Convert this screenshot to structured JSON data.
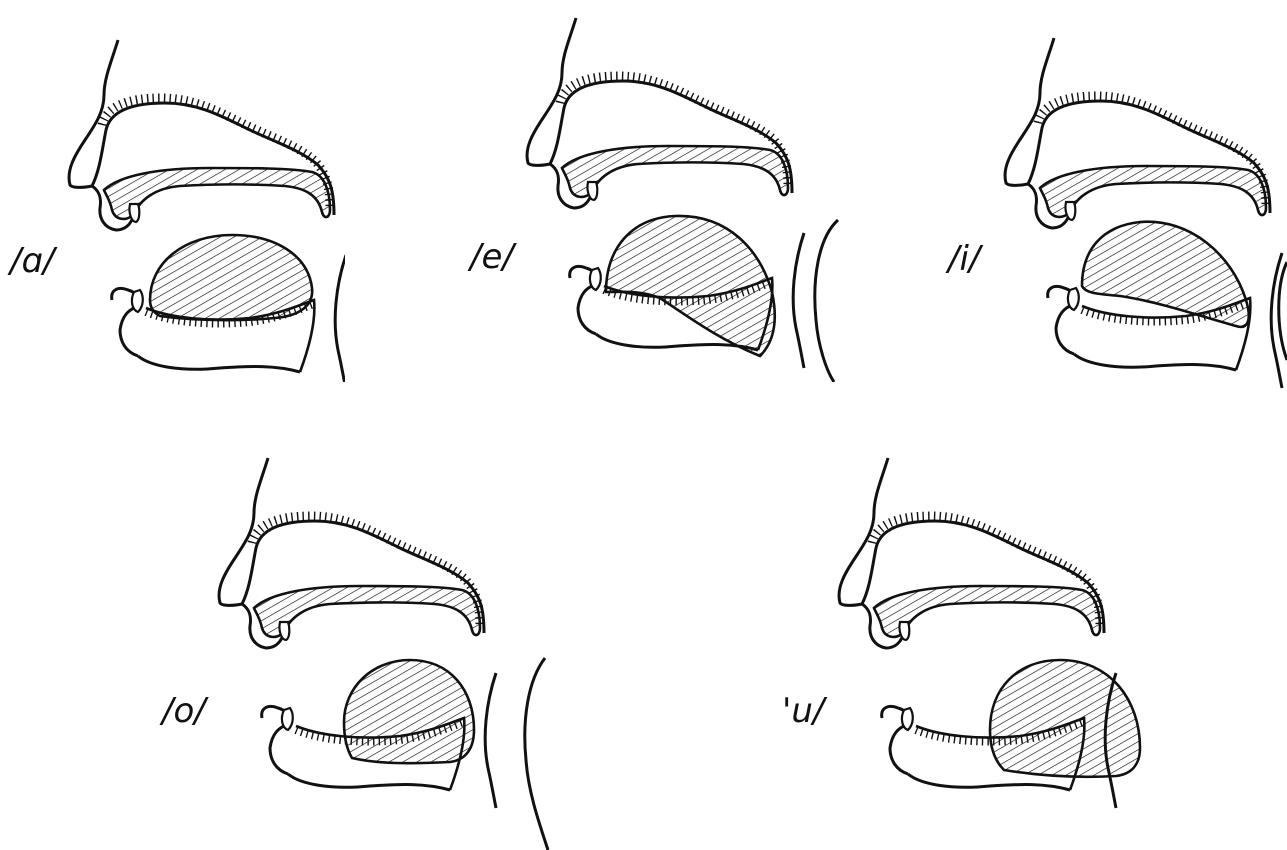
{
  "diagram": {
    "panels": [
      {
        "id": "a",
        "label": "/ɑ/"
      },
      {
        "id": "e",
        "label": "/e/"
      },
      {
        "id": "i",
        "label": "/i/"
      },
      {
        "id": "o",
        "label": "/o/"
      },
      {
        "id": "u",
        "label": "'u/"
      }
    ]
  },
  "style": {
    "ink": "#111111",
    "background": "#ffffff"
  }
}
